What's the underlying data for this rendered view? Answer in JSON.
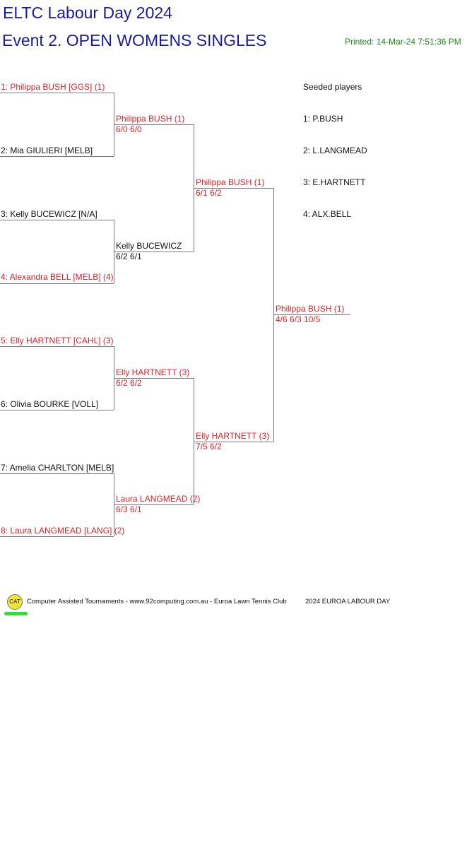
{
  "header": {
    "title": "ELTC Labour Day 2024",
    "event": "Event 2. OPEN WOMENS SINGLES",
    "printed": "Printed: 14-Mar-24 7:51:36 PM"
  },
  "draw": {
    "round1": [
      "1: Philippa BUSH [GGS] (1)",
      "2: Mia GIULIERI [MELB]",
      "3: Kelly BUCEWICZ [N/A]",
      "4: Alexandra BELL [MELB] (4)",
      "5: Elly HARTNETT [CAHL] (3)",
      "6: Olivia BOURKE [VOLL]",
      "7: Amelia CHARLTON [MELB]",
      "8: Laura LANGMEAD [LANG] (2)"
    ],
    "round2": [
      {
        "name": "Philippa BUSH (1)",
        "score": "6/0 6/0"
      },
      {
        "name": "Kelly BUCEWICZ",
        "score": "6/2 6/1"
      },
      {
        "name": "Elly HARTNETT (3)",
        "score": "6/2 6/2"
      },
      {
        "name": "Laura LANGMEAD (2)",
        "score": "6/3 6/1"
      }
    ],
    "round3": [
      {
        "name": "Philippa BUSH (1)",
        "score": "6/1 6/2"
      },
      {
        "name": "Elly HARTNETT (3)",
        "score": "7/5 6/2"
      }
    ],
    "final": {
      "name": "Philippa BUSH (1)",
      "score": "4/6 6/3 10/5"
    }
  },
  "seeds": {
    "heading": "Seeded players",
    "list": [
      "1: P.BUSH",
      "2: L.LANGMEAD",
      "3: E.HARTNETT",
      "4: ALX.BELL"
    ]
  },
  "footer": {
    "logo_text": "CAT",
    "credit": "Computer Assisted Tournaments - www.92computing.com.au -  Euroa Lawn Tennis Club",
    "event_name": "2024 EUROA LABOUR DAY"
  },
  "colors": {
    "title": "#1a1aa0",
    "seeded_text": "#e0202a",
    "printed": "#1a8a1a",
    "lines": "#7a7a7a"
  }
}
